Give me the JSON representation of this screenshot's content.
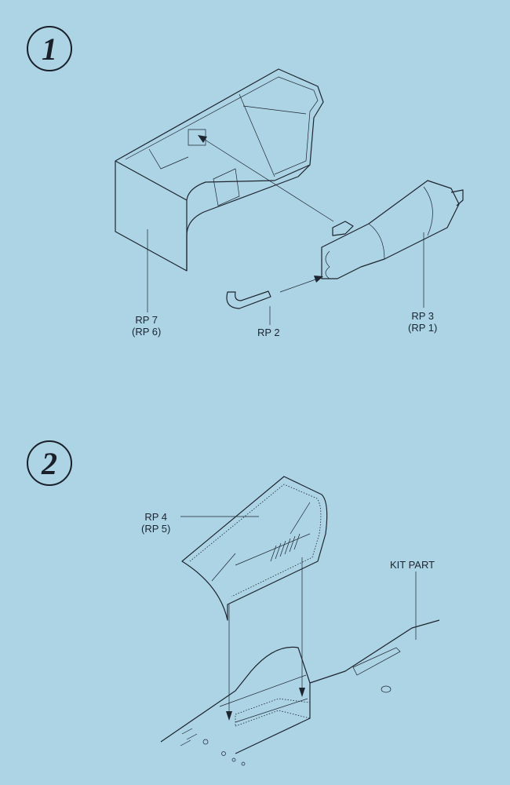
{
  "steps": [
    {
      "number": "1",
      "labels": {
        "rp7": "RP 7",
        "rp6": "(RP 6)",
        "rp2": "RP 2",
        "rp3": "RP 3",
        "rp1": "(RP 1)"
      }
    },
    {
      "number": "2",
      "labels": {
        "rp4": "RP 4",
        "rp5": "(RP 5)",
        "kit_part": "KIT PART"
      }
    }
  ],
  "colors": {
    "background": "#acd4e4",
    "ink": "#1e2430"
  }
}
